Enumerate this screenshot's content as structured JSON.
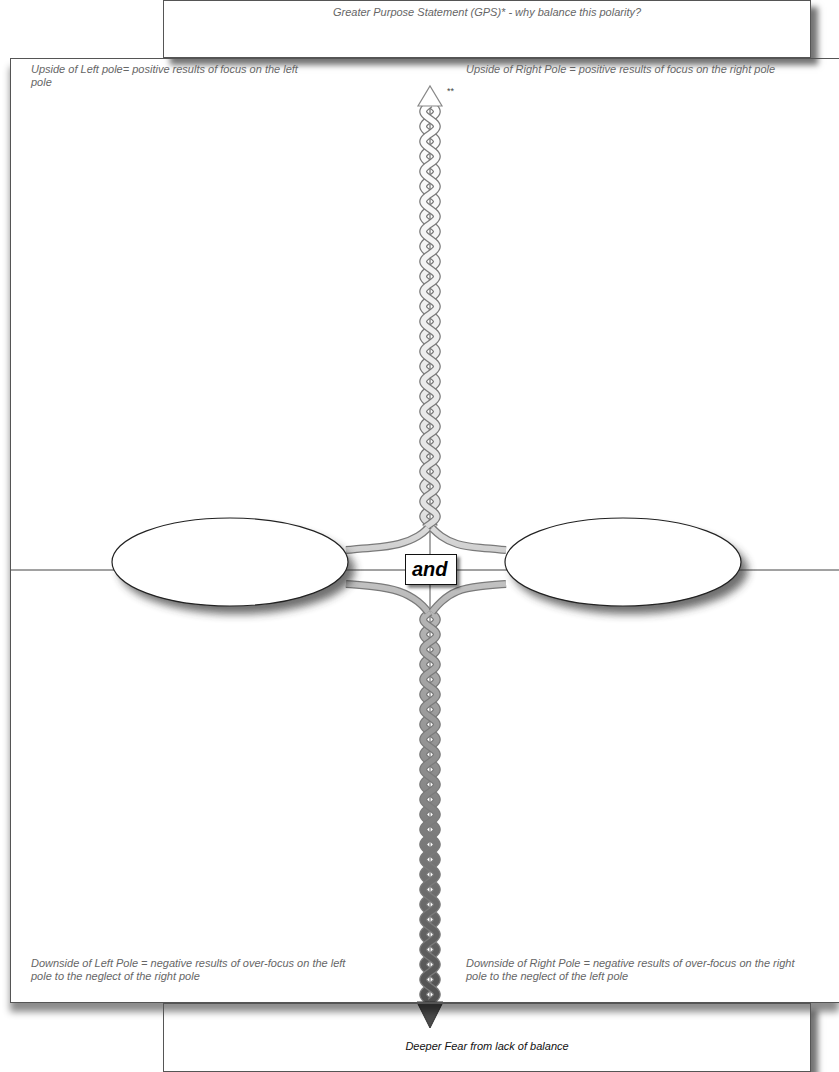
{
  "diagram": {
    "nodes": [
      {
        "text": [
          "Greater Purpose Statement (GPS)* - why balance this polarity?"
        ]
      },
      {
        "text": [
          "Upside of Left pole= positive results of focus on the left pole",
          "Upside of Right Pole = positive results of focus on the right pole",
          "Downside of Left Pole = negative results of over-focus on the left pole to the neglect of the right pole",
          "Downside of Right Pole = negative results of over-focus on the right pole to the neglect of the left pole"
        ]
      },
      {
        "text": [
          "and"
        ],
        "in": 1
      },
      {
        "text": [
          "Deeper Fear from lack of balance"
        ]
      }
    ],
    "labels": [
      "**"
    ]
  }
}
